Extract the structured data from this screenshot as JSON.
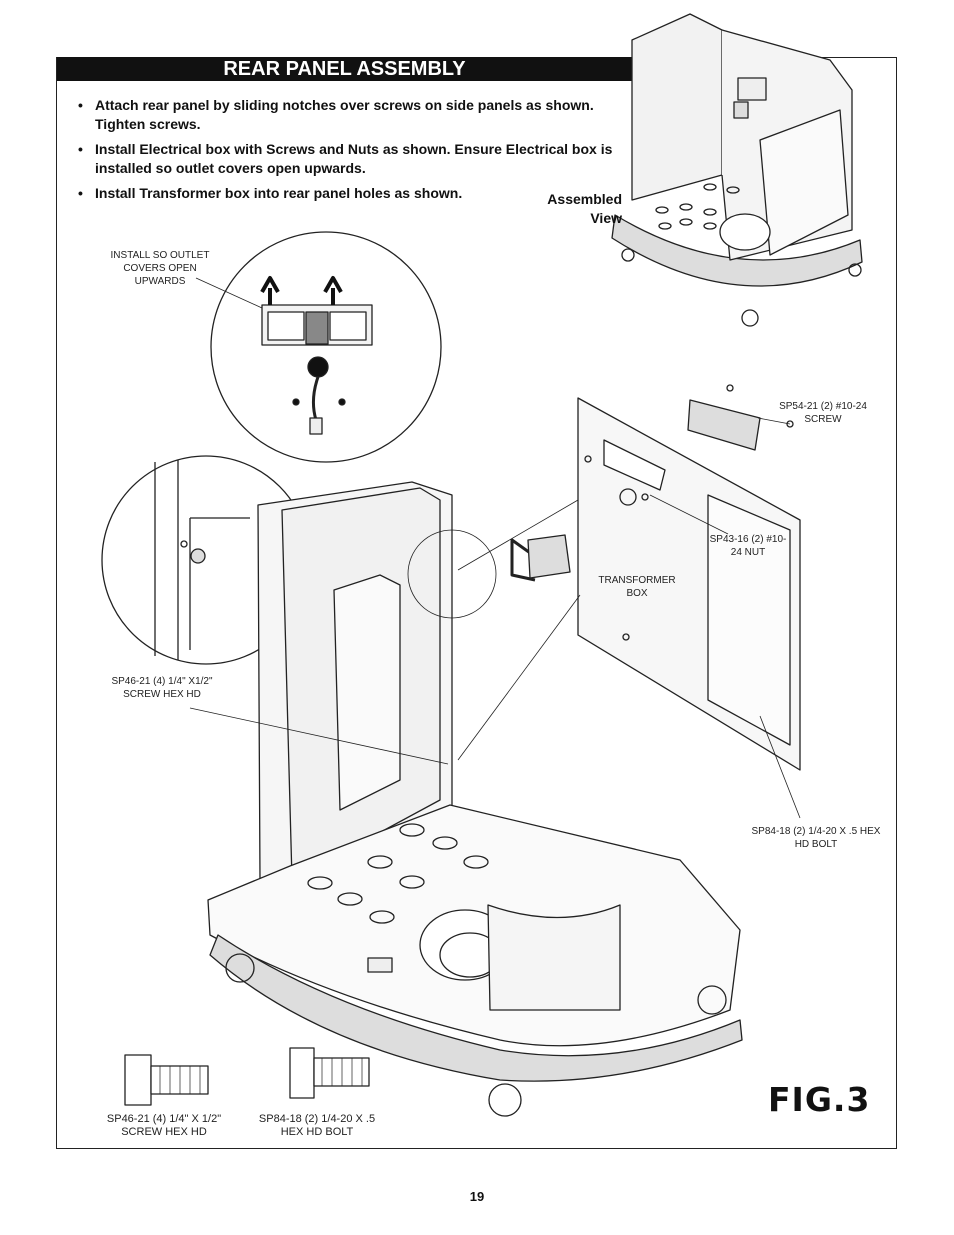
{
  "header": {
    "title": "REAR PANEL ASSEMBLY"
  },
  "instructions": [
    "Attach rear panel by sliding notches over screws on side panels as shown. Tighten screws.",
    "Install Electrical box with Screws and Nuts as shown. Ensure Electrical box is installed so outlet covers open upwards.",
    "Install Transformer box into rear panel holes as shown."
  ],
  "labels": {
    "assembled_view": "Assembled View",
    "outlet_note": "INSTALL SO OUTLET COVERS OPEN UPWARDS",
    "sp54": "SP54-21 (2) #10-24 SCREW",
    "sp43": "SP43-16 (2) #10-24 NUT",
    "transformer": "TRANSFORMER BOX",
    "sp46_callout": "SP46-21 (4) 1/4\" X1/2\" SCREW HEX HD",
    "sp84_callout": "SP84-18   (2)  1/4-20 X .5 HEX HD BOLT",
    "sp46_key": "SP46-21 (4) 1/4\" X 1/2\" SCREW HEX HD",
    "sp84_key": "SP84-18  (2) 1/4-20 X .5 HEX HD BOLT"
  },
  "figure": {
    "label": "FIG.3"
  },
  "footer": {
    "page_number": "19"
  }
}
